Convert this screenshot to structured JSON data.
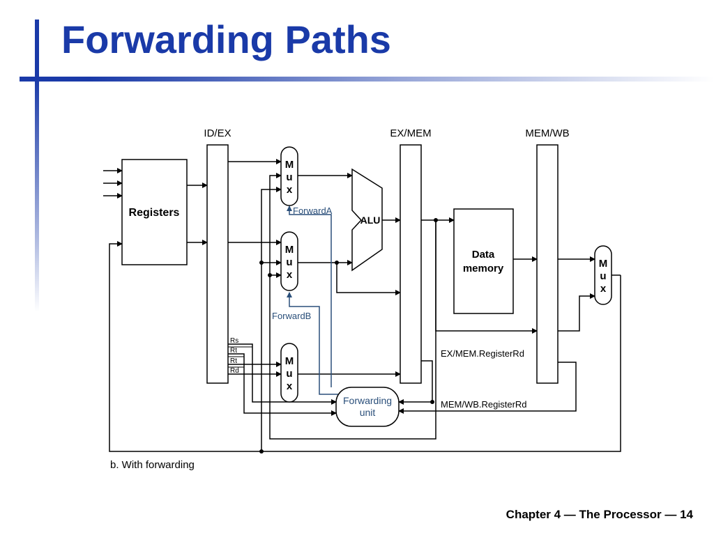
{
  "slide": {
    "title": "Forwarding Paths",
    "footer": "Chapter 4 — The Processor — 14"
  },
  "diagram": {
    "pipeline_registers": [
      "ID/EX",
      "EX/MEM",
      "MEM/WB"
    ],
    "registers_label": "Registers",
    "alu_label": "ALU",
    "data_memory_label": [
      "Data",
      "memory"
    ],
    "mux_letters": [
      "M",
      "u",
      "x"
    ],
    "control_signals": {
      "forward_a": "ForwardA",
      "forward_b": "ForwardB"
    },
    "forwarding_unit_label": [
      "Forwarding",
      "unit"
    ],
    "register_fields": [
      "Rs",
      "Rt",
      "Rt",
      "Rd"
    ],
    "ex_mem_register_rd": "EX/MEM.RegisterRd",
    "mem_wb_register_rd": "MEM/WB.RegisterRd",
    "caption": "b. With forwarding",
    "colors": {
      "control": "#2a4f7a",
      "wires": "#000000"
    }
  }
}
